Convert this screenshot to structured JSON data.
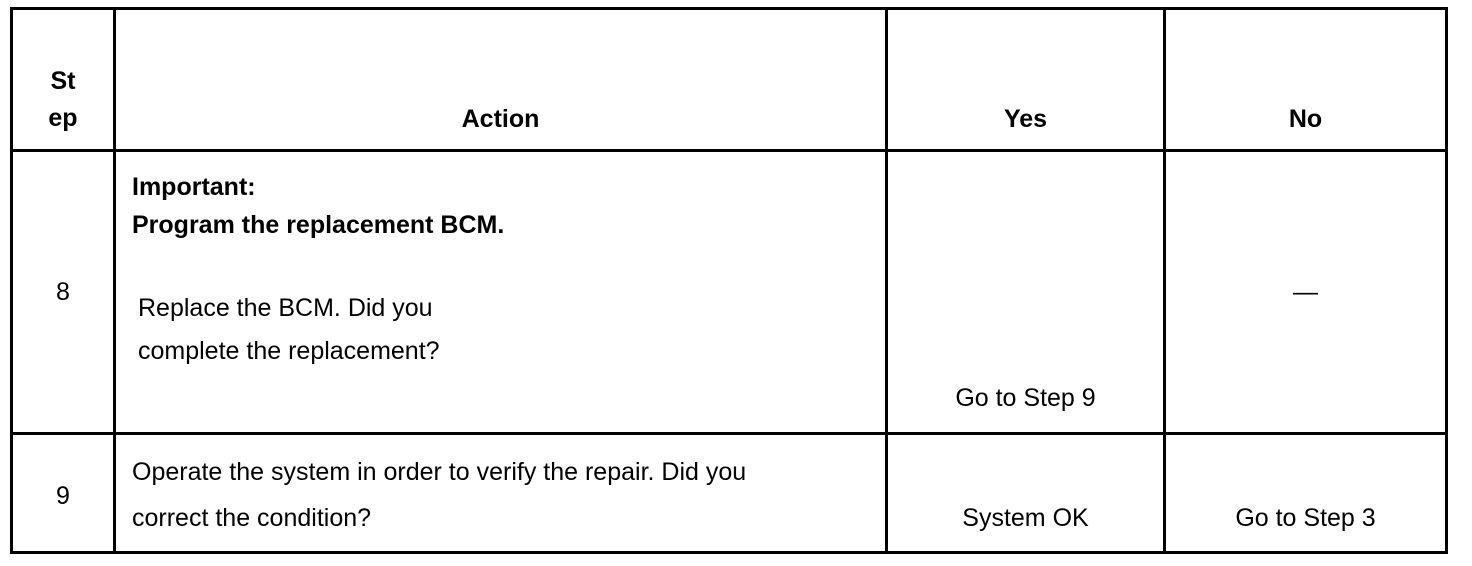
{
  "header": {
    "step_line1": "St",
    "step_line2": "ep",
    "action": "Action",
    "yes": "Yes",
    "no": "No"
  },
  "rows": [
    {
      "step": "8",
      "important_label": "Important:",
      "important_text": "Program the replacement BCM.",
      "action_line1": "Replace the BCM.  Did you",
      "action_line2": "complete the replacement?",
      "yes": "Go to Step 9",
      "no": "—"
    },
    {
      "step": "9",
      "action_line1": "Operate the system in order to verify the repair. Did you",
      "action_line2": "correct the condition?",
      "yes": "System OK",
      "no": "Go to Step 3"
    }
  ]
}
